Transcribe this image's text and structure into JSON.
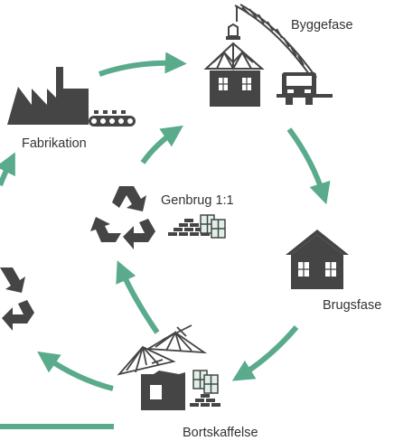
{
  "labels": {
    "construction": "Byggefase",
    "production": "Fabrikation",
    "reuse": "Genbrug 1:1",
    "use": "Brugsfase",
    "disposal": "Bortskaffelse"
  },
  "icons": {
    "construction": [
      "crane-icon",
      "house-frame-icon",
      "truck-icon"
    ],
    "production": [
      "factory-icon",
      "conveyor-belt-icon"
    ],
    "reuse": [
      "recycle-icon",
      "bricks-icon",
      "window-icon"
    ],
    "use": [
      "house-icon"
    ],
    "disposal": [
      "roof-truss-icon",
      "ruined-house-icon",
      "bricks-icon",
      "window-icon"
    ],
    "recycling_partial": [
      "recycle-icon"
    ]
  },
  "colors": {
    "arrow": "#5aaa8c",
    "icon": "#454545",
    "text": "#333333",
    "background": "#ffffff"
  }
}
